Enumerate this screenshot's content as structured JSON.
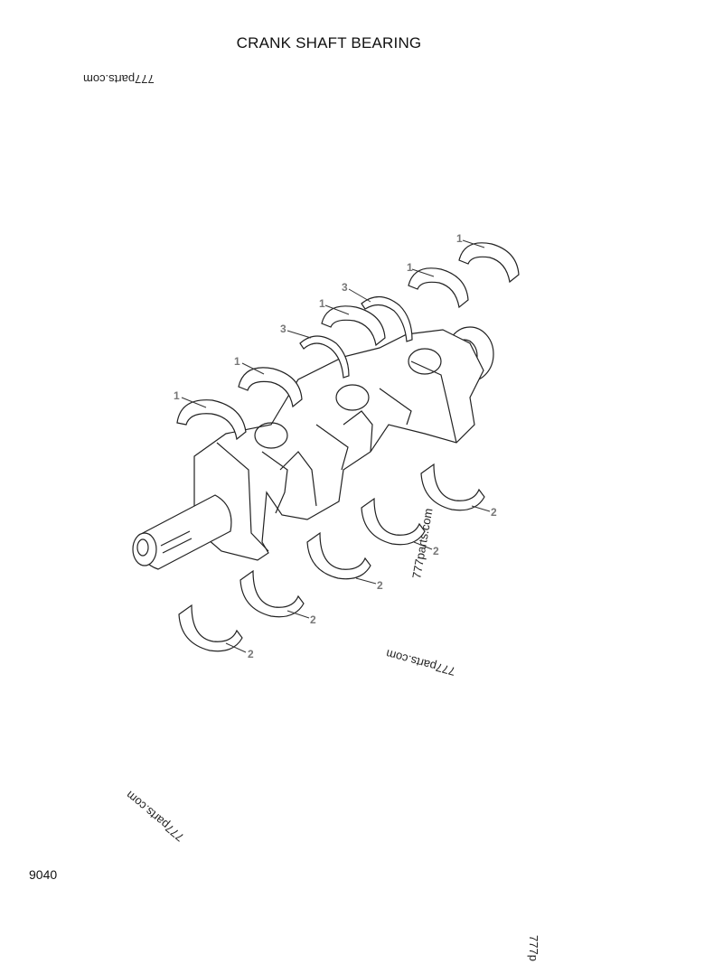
{
  "diagram": {
    "title": "CRANK SHAFT BEARING",
    "page_code": "9040",
    "watermarks": [
      "777parts.com",
      "777parts.com",
      "777parts.com",
      "777parts.com",
      "777p"
    ],
    "callouts": [
      {
        "id": "upper-bearing-1",
        "label": "1"
      },
      {
        "id": "upper-bearing-2",
        "label": "1"
      },
      {
        "id": "thrust-washer-1",
        "label": "3"
      },
      {
        "id": "upper-bearing-3",
        "label": "1"
      },
      {
        "id": "thrust-washer-2",
        "label": "3"
      },
      {
        "id": "upper-bearing-4",
        "label": "1"
      },
      {
        "id": "upper-bearing-5",
        "label": "1"
      },
      {
        "id": "lower-bearing-1",
        "label": "2"
      },
      {
        "id": "lower-bearing-2",
        "label": "2"
      },
      {
        "id": "lower-bearing-3",
        "label": "2"
      },
      {
        "id": "lower-bearing-4",
        "label": "2"
      },
      {
        "id": "lower-bearing-5",
        "label": "2"
      }
    ]
  }
}
